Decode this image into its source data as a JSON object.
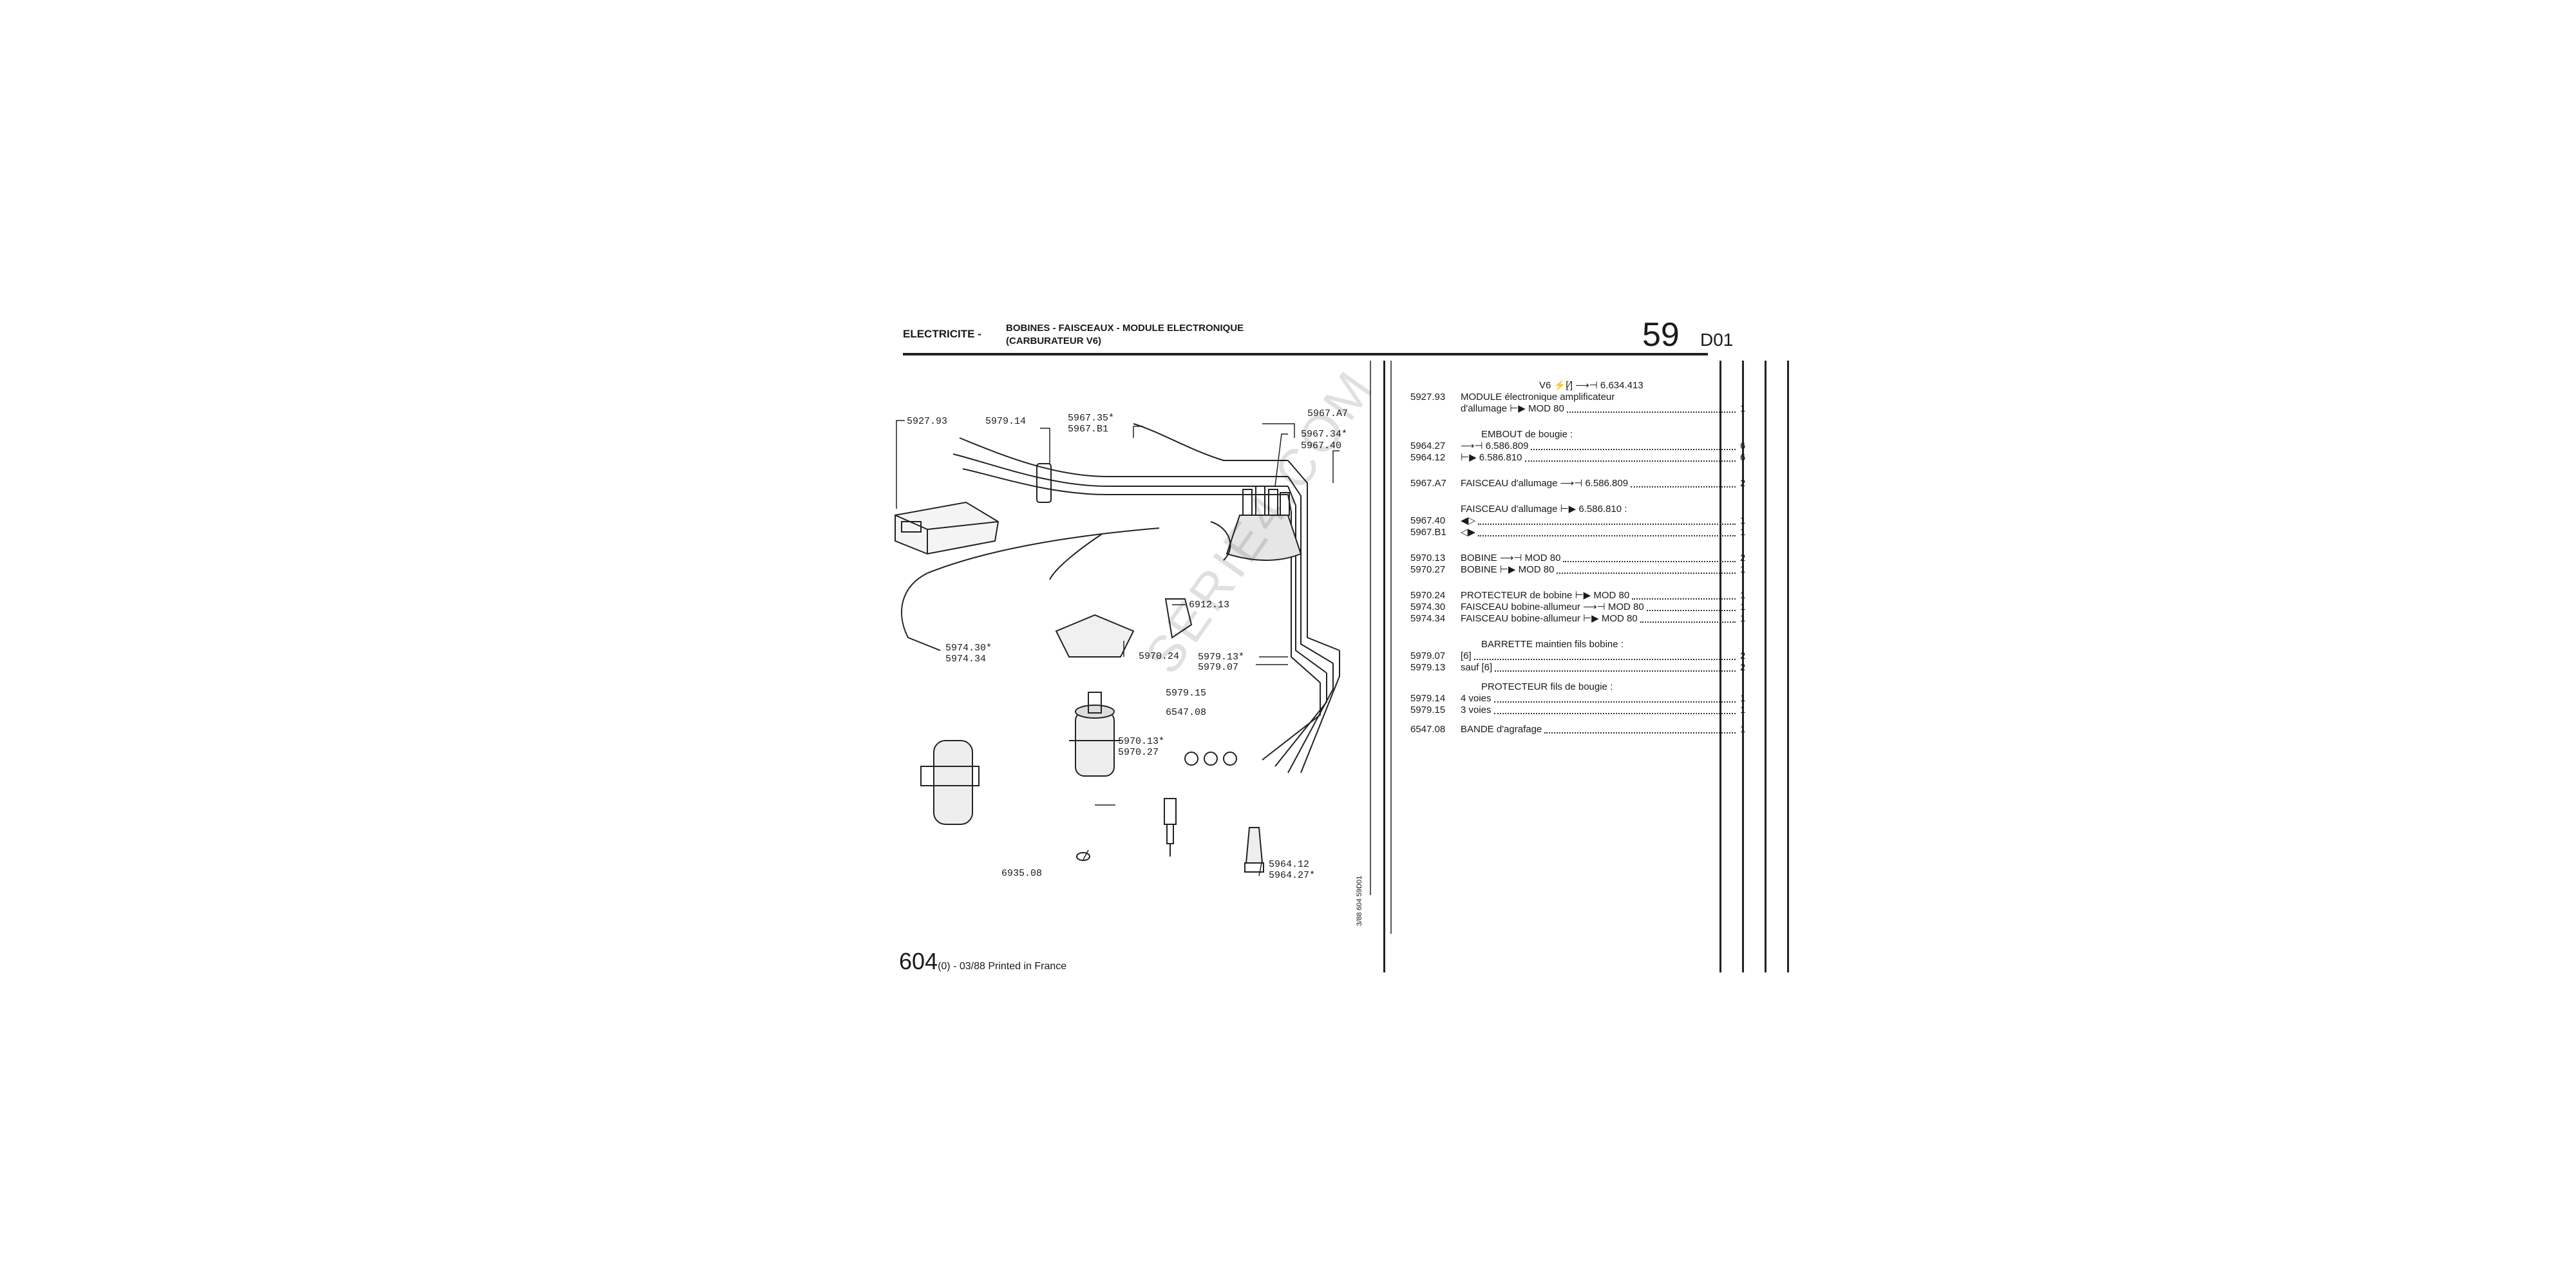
{
  "header": {
    "section": "ELECTRICITE -",
    "title_line1": "BOBINES - FAISCEAUX - MODULE ELECTRONIQUE",
    "title_line2": "(CARBURATEUR V6)",
    "page_number": "59",
    "page_code": "D01"
  },
  "footer": {
    "model": "604",
    "suffix": "(0) - 03/88 Printed in France",
    "vertical_ref": "3/88 604 59D01"
  },
  "watermark": "SERIE4.COM",
  "diagram_labels": {
    "module": "5927.93",
    "protector": "5979.14",
    "harness_a": "5967.35*",
    "harness_b": "5967.B1",
    "harness_top": "5967.A7",
    "harness_c": "5967.34*",
    "harness_d": "5967.40",
    "clip": "6912.13",
    "coil_protector": "5970.24",
    "barrette_a": "5979.13*",
    "barrette_b": "5979.07",
    "protector_3": "5979.15",
    "tape": "6547.08",
    "harness_e": "5974.30*",
    "harness_f": "5974.34",
    "coil_a": "5970.13*",
    "coil_b": "5970.27",
    "terminal": "6935.08",
    "plug_a": "5964.12",
    "plug_b": "5964.27*"
  },
  "parts_list": {
    "variant": "V6 ⚡[⁄] ⟶⊣ 6.634.413",
    "rows": [
      {
        "ref": "5927.93",
        "desc": "MODULE électronique amplificateur",
        "qty": ""
      },
      {
        "ref": "",
        "desc": "d'allumage ⊢▶ MOD 80",
        "qty": "1",
        "dots": true
      },
      {
        "gap": "big"
      },
      {
        "ref": "",
        "desc": "EMBOUT de bougie :",
        "qty": "",
        "head": true
      },
      {
        "ref": "5964.27",
        "desc": "⟶⊣ 6.586.809",
        "qty": "6",
        "dots": true
      },
      {
        "ref": "5964.12",
        "desc": "⊢▶ 6.586.810",
        "qty": "6",
        "dots": true
      },
      {
        "gap": "big"
      },
      {
        "ref": "5967.A7",
        "desc": "FAISCEAU d'allumage ⟶⊣ 6.586.809",
        "qty": "2",
        "dots": true
      },
      {
        "gap": "big"
      },
      {
        "ref": "",
        "desc": "FAISCEAU d'allumage ⊢▶ 6.586.810 :",
        "qty": ""
      },
      {
        "ref": "5967.40",
        "desc": "◀▷",
        "qty": "1",
        "dots": true
      },
      {
        "ref": "5967.B1",
        "desc": "◁▶",
        "qty": "1",
        "dots": true
      },
      {
        "gap": "big"
      },
      {
        "ref": "5970.13",
        "desc": "BOBINE ⟶⊣ MOD 80",
        "qty": "2",
        "dots": true
      },
      {
        "ref": "5970.27",
        "desc": "BOBINE ⊢▶ MOD 80",
        "qty": "1",
        "dots": true
      },
      {
        "gap": "big"
      },
      {
        "ref": "5970.24",
        "desc": "PROTECTEUR de bobine ⊢▶ MOD 80",
        "qty": "1",
        "dots": true
      },
      {
        "ref": "5974.30",
        "desc": "FAISCEAU bobine-allumeur ⟶⊣ MOD 80",
        "qty": "1",
        "dots": true
      },
      {
        "ref": "5974.34",
        "desc": "FAISCEAU bobine-allumeur ⊢▶ MOD 80",
        "qty": "1",
        "dots": true
      },
      {
        "gap": "big"
      },
      {
        "ref": "",
        "desc": "BARRETTE maintien fils bobine :",
        "qty": "",
        "head": true
      },
      {
        "ref": "5979.07",
        "desc": "[6]",
        "qty": "2",
        "dots": true
      },
      {
        "ref": "5979.13",
        "desc": "sauf [6]",
        "qty": "2",
        "dots": true
      },
      {
        "gap": "small"
      },
      {
        "ref": "",
        "desc": "PROTECTEUR fils de bougie :",
        "qty": "",
        "head": true
      },
      {
        "ref": "5979.14",
        "desc": "4 voies",
        "qty": "1",
        "dots": true
      },
      {
        "ref": "5979.15",
        "desc": "3 voies",
        "qty": "1",
        "dots": true
      },
      {
        "gap": "small"
      },
      {
        "ref": "6547.08",
        "desc": "BANDE d'agrafage",
        "qty": "1",
        "dots": true
      }
    ]
  }
}
